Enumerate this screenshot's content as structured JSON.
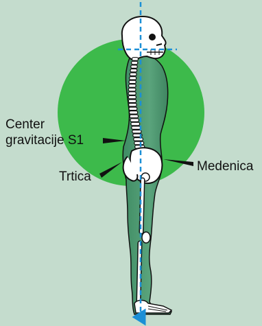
{
  "diagram": {
    "labels": {
      "center_line1": "Center",
      "center_line2": "gravitacije S1",
      "trtica": "Trtica",
      "medenica": "Medenica"
    },
    "colors": {
      "background": "#c4dccd",
      "gravity_circle": "#3dba4b",
      "body_fill": "#4c9a72",
      "plumb_line": "#1b8fd6",
      "bone": "#ffffff",
      "outline": "#111111"
    }
  }
}
